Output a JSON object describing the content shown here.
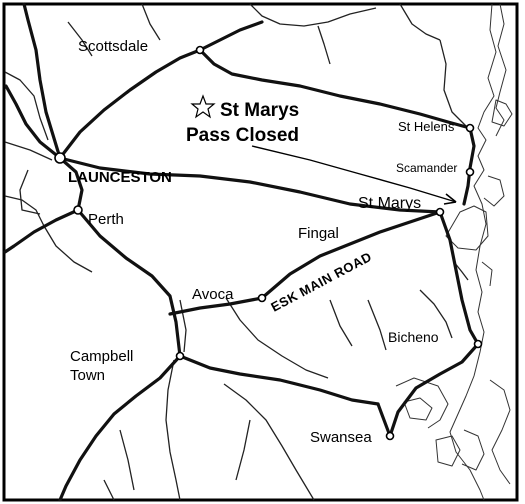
{
  "map": {
    "places": {
      "scottsdale": "Scottsdale",
      "launceston": "LAUNCESTON",
      "perth": "Perth",
      "avoca": "Avoca",
      "campbell_town_1": "Campbell",
      "campbell_town_2": "Town",
      "fingal": "Fingal",
      "st_marys": "St Marys",
      "st_helens": "St Helens",
      "scamander": "Scamander",
      "bicheno": "Bicheno",
      "swansea": "Swansea"
    },
    "annotation": {
      "line1": "St Marys",
      "line2": "Pass Closed"
    },
    "road_label": "ESK MAIN ROAD",
    "icons": {
      "annotation_marker": "star-icon"
    }
  }
}
